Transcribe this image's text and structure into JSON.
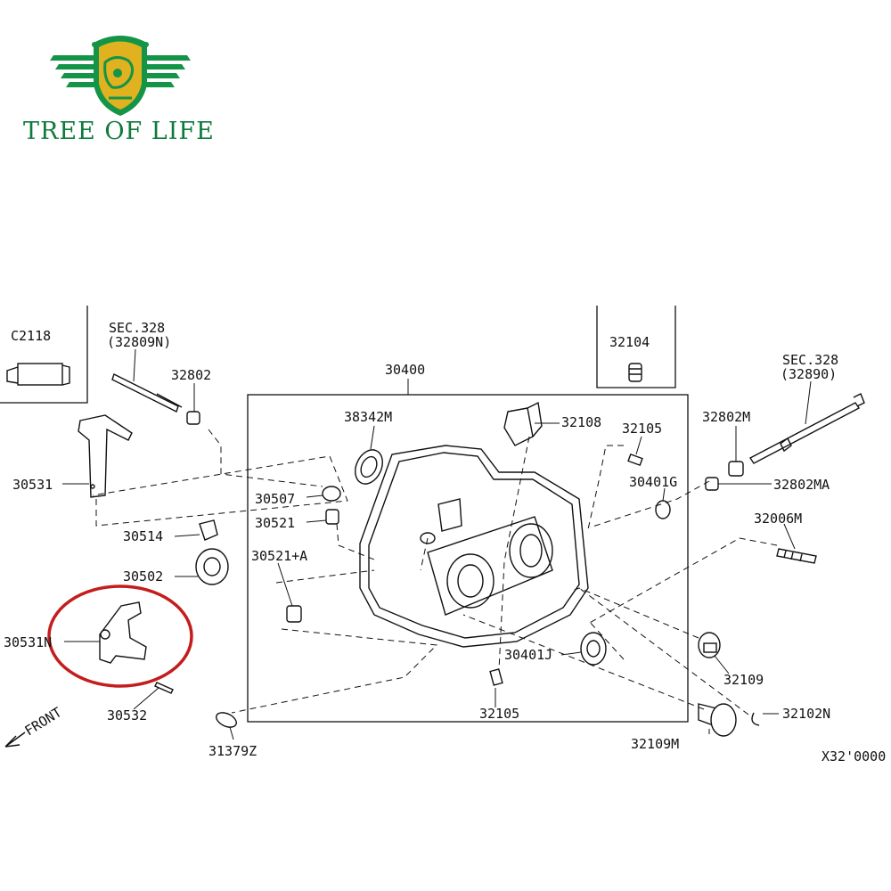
{
  "brand": {
    "name": "TREE OF LIFE",
    "color_primary": "#0e7a3c",
    "color_accent": "#e0b21f",
    "logo_icon": "tree-of-life-logo-icon"
  },
  "diagram": {
    "highlight_color": "#c41d1d",
    "highlighted_part": "30531N",
    "labels": {
      "c2118": "C2118",
      "sec328_a": "SEC.328",
      "sec328_a_ref": "(32809N)",
      "p32802": "32802",
      "p30400": "30400",
      "p32104": "32104",
      "sec328_b": "SEC.328",
      "sec328_b_ref": "(32890)",
      "p38342m": "38342M",
      "p32108": "32108",
      "p32105_top": "32105",
      "p32802m": "32802M",
      "p30531": "30531",
      "p30507": "30507",
      "p30401g": "30401G",
      "p32802ma": "32802MA",
      "p30521": "30521",
      "p32006m": "32006M",
      "p30514": "30514",
      "p30521a": "30521+A",
      "p30502": "30502",
      "p30531n": "30531N",
      "p30401j": "30401J",
      "p32109": "32109",
      "p30532": "30532",
      "p32105_bottom": "32105",
      "p32102n": "32102N",
      "front": "FRONT",
      "p31379z": "31379Z",
      "p32109m": "32109M",
      "diagram_code": "X32'0000"
    }
  }
}
